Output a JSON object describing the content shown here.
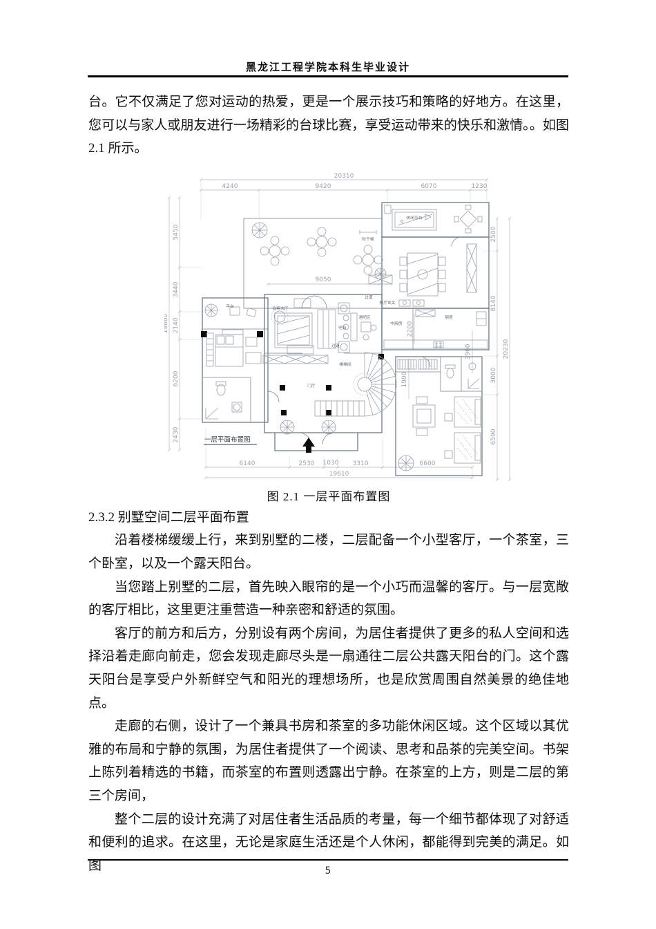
{
  "header": {
    "title": "黑龙江工程学院本科生毕业设计"
  },
  "footer": {
    "page_number": "5"
  },
  "section": {
    "heading": "2.3.2 别墅空间二层平面布置"
  },
  "figure": {
    "caption": "图 2.1 一层平面布置图"
  },
  "paragraphs": [
    "台。它不仅满足了您对运动的热爱，更是一个展示技巧和策略的好地方。在这里，您可以与家人或朋友进行一场精彩的台球比赛，享受运动带来的快乐和激情。。如图 2.1 所示。",
    "沿着楼梯缓缓上行，来到别墅的二楼，二层配备一个小型客厅，一个茶室，三个卧室，以及一个露天阳台。",
    "当您踏上别墅的二层，首先映入眼帘的是一个小巧而温馨的客厅。与一层宽敞的客厅相比，这里更注重营造一种亲密和舒适的氛围。",
    "客厅的前方和后方，分别设有两个房间，为居住者提供了更多的私人空间和选择沿着走廊向前走，您会发现走廊尽头是一扇通往二层公共露天阳台的门。这个露天阳台是享受户外新鲜空气和阳光的理想场所，也是欣赏周围自然美景的绝佳地点。",
    "走廊的右侧，设计了一个兼具书房和茶室的多功能休闲区域。这个区域以其优雅的布局和宁静的氛围，为居住者提供了一个阅读、思考和品茶的完美空间。书架上陈列着精选的书籍，而茶室的布置则透露出宁静。在茶室的上方，则是二层的第三个房间，",
    "整个二层的设计充满了对居住者生活品质的考量，每一个细节都体现了对舒适和便利的追求。在这里，无论是家庭生活还是个人休闲，都能得到完美的满足。如图"
  ],
  "floorplan": {
    "plan_title": "一层平面布置图",
    "dims": {
      "top_total": "20310",
      "top": [
        "4240",
        "9420",
        "6070",
        "1230"
      ],
      "bottom": [
        "6140",
        "2530",
        "1030",
        "3310",
        "6600"
      ],
      "bottom_total": "19610",
      "left_total": "19660",
      "left": [
        "5450",
        "3440",
        "2140",
        "6200",
        "2430"
      ],
      "right": [
        "2500",
        "8140",
        "3000",
        "6590"
      ],
      "right_total": "20230",
      "inner": {
        "w9050": "9050",
        "h2200": "2200",
        "h3960": "3960",
        "h1900": "1900"
      }
    },
    "labels": {
      "leisure_platform": "休闲平台",
      "swing_chair": "秋千椅",
      "reception_hall": "会客大厅",
      "passage1": "过道",
      "dining_entry": "餐厅玄关",
      "passage2": "过道",
      "bar_counter": "吧台",
      "bar_area": "酒吧区",
      "mid_kitchen": "中厨房",
      "kitchen": "厨房",
      "stair_hall": "楼梯间",
      "entry_hall": "门厅",
      "terrace": "平台"
    }
  }
}
